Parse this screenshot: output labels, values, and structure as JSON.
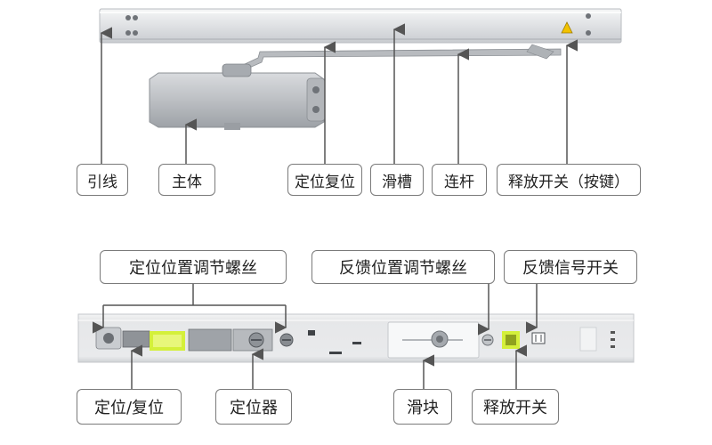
{
  "top_labels": {
    "pull_wire": "引线",
    "main_body": "主体",
    "position_reset": "定位复位",
    "slide_groove": "滑槽",
    "link_rod": "连杆",
    "release_switch_button": "释放开关（按键）"
  },
  "bottom_titles": {
    "positioning_screw": "定位位置调节螺丝",
    "feedback_screw": "反馈位置调节螺丝",
    "feedback_switch": "反馈信号开关"
  },
  "bottom_labels": {
    "position_reset": "定位/复位",
    "positioner": "定位器",
    "slider": "滑块",
    "release_switch": "释放开关"
  },
  "colors": {
    "label_border": "#7a7a7a",
    "arrow": "#555555",
    "green_marker": "#d4f03a",
    "rail": "#e9eaec"
  }
}
